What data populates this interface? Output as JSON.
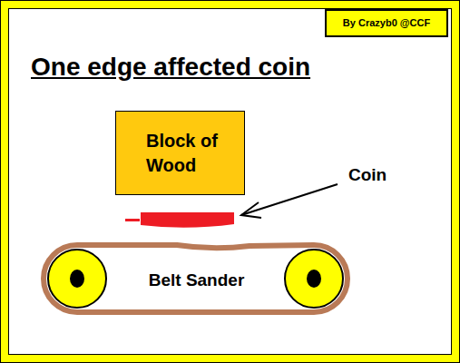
{
  "diagram": {
    "title": "One edge affected coin",
    "nodes": [
      {
        "text": [
          "By Crazyb0 @CCF"
        ]
      },
      {
        "text": [
          "Block of Wood"
        ]
      },
      {
        "text": [
          "Belt Sander"
        ]
      }
    ],
    "labels": [
      "Coin"
    ]
  }
}
